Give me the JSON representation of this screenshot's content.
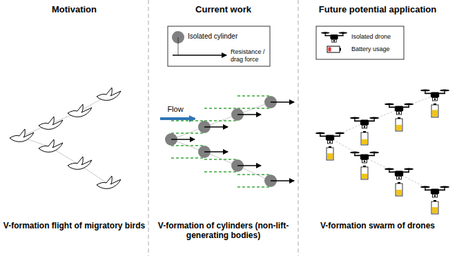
{
  "diagram": {
    "labels": [
      "Motivation",
      "Current work",
      "Future potential application",
      "Flow",
      "V-formation flight of migratory birds",
      "V-formation of cylinders (non-lift-generating bodies)",
      "V-formation swarm of drones"
    ],
    "legend": [
      {
        "text": "Isolated cylinder"
      },
      {
        "text": "Resistance / drag force"
      },
      {
        "text": "Isolated drone"
      },
      {
        "text": "Battery usage"
      }
    ]
  }
}
